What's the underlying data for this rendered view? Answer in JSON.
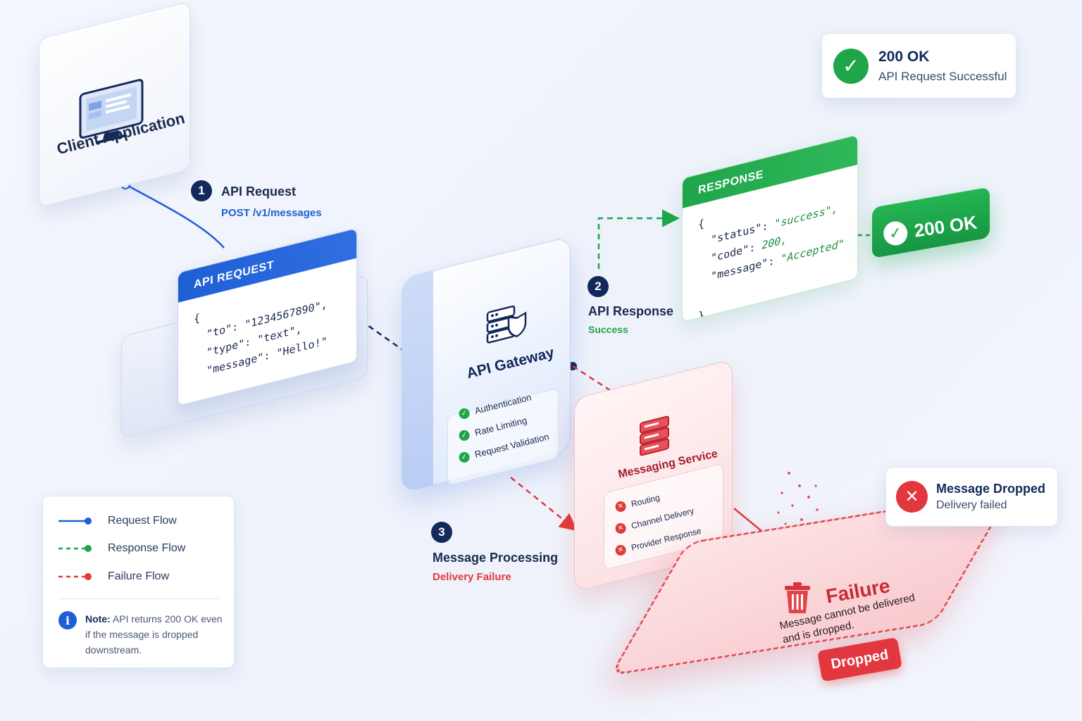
{
  "client": {
    "title": "Client Application",
    "icon": "monitor-icon"
  },
  "steps": [
    {
      "num": "1",
      "title": "API Request",
      "sub": "POST /v1/messages",
      "color": "#1f5fd6"
    },
    {
      "num": "2",
      "title": "API Response",
      "sub": "Success",
      "color": "#1fa54a"
    },
    {
      "num": "3",
      "title": "Message Processing",
      "sub": "Delivery Failure",
      "color": "#e03a3a"
    }
  ],
  "request_card": {
    "header": "API REQUEST",
    "lines": [
      "{",
      "  \"to\": \"1234567890\",",
      "  \"type\": \"text\",",
      "  \"message\": \"Hello!\"",
      "",
      "}"
    ]
  },
  "gateway": {
    "title": "API Gateway",
    "icon": "server-shield-icon",
    "checks": [
      "Authentication",
      "Rate Limiting",
      "Request Validation"
    ]
  },
  "response_card": {
    "header": "RESPONSE",
    "open": "{",
    "rows": [
      {
        "key": "\"status\"",
        "value": "\"success\","
      },
      {
        "key": "\"code\"",
        "value": "200,"
      },
      {
        "key": "\"message\"",
        "value": "\"Accepted\""
      }
    ],
    "close": "}"
  },
  "ok_pill": {
    "label": "200 OK"
  },
  "status_card": {
    "title": "200 OK",
    "subtitle": "API Request Successful"
  },
  "messaging": {
    "title": "Messaging Service",
    "icon": "server-stack-icon",
    "failures": [
      "Routing",
      "Channel Delivery",
      "Provider Response"
    ]
  },
  "failure": {
    "title": "Failure",
    "line1": "Message cannot be delivered",
    "line2": "and is dropped.",
    "badge": "Dropped",
    "icon": "trash-icon"
  },
  "drop_card": {
    "title": "Message Dropped",
    "subtitle": "Delivery failed"
  },
  "legend": {
    "items": [
      {
        "label": "Request Flow",
        "color": "#1f5fd6",
        "style": "solid"
      },
      {
        "label": "Response Flow",
        "color": "#1fa54a",
        "style": "dashed"
      },
      {
        "label": "Failure Flow",
        "color": "#e03a3a",
        "style": "dashed"
      }
    ],
    "note_label": "Note:",
    "note_text": "API returns 200 OK even if the message is dropped downstream."
  },
  "colors": {
    "blue": "#1f5fd6",
    "green": "#1fa54a",
    "red": "#e03a3a",
    "navy": "#13295b"
  }
}
